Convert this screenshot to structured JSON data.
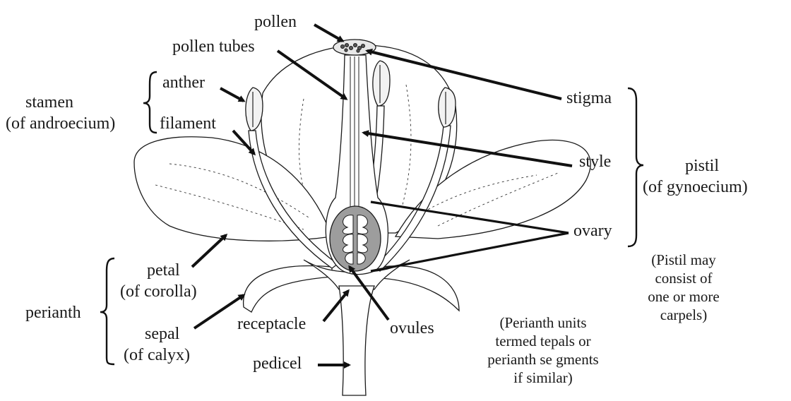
{
  "labels": {
    "pollen": "pollen",
    "pollen_tubes": "pollen tubes",
    "anther": "anther",
    "filament": "filament",
    "stamen": "stamen",
    "stamen_sub": "(of androecium)",
    "stigma": "stigma",
    "style": "style",
    "pistil": "pistil",
    "pistil_sub": "(of gynoecium)",
    "ovary": "ovary",
    "petal": "petal",
    "petal_sub": "(of corolla)",
    "perianth": "perianth",
    "sepal": "sepal",
    "sepal_sub": "(of calyx)",
    "receptacle": "receptacle",
    "ovules": "ovules",
    "pedicel": "pedicel"
  },
  "notes": {
    "pistil_note": [
      "(Pistil may",
      "consist of",
      "one or more",
      "carpels)"
    ],
    "perianth_note": [
      "(Perianth units",
      "termed tepals  or",
      "perianth se gments",
      "if similar)"
    ]
  }
}
